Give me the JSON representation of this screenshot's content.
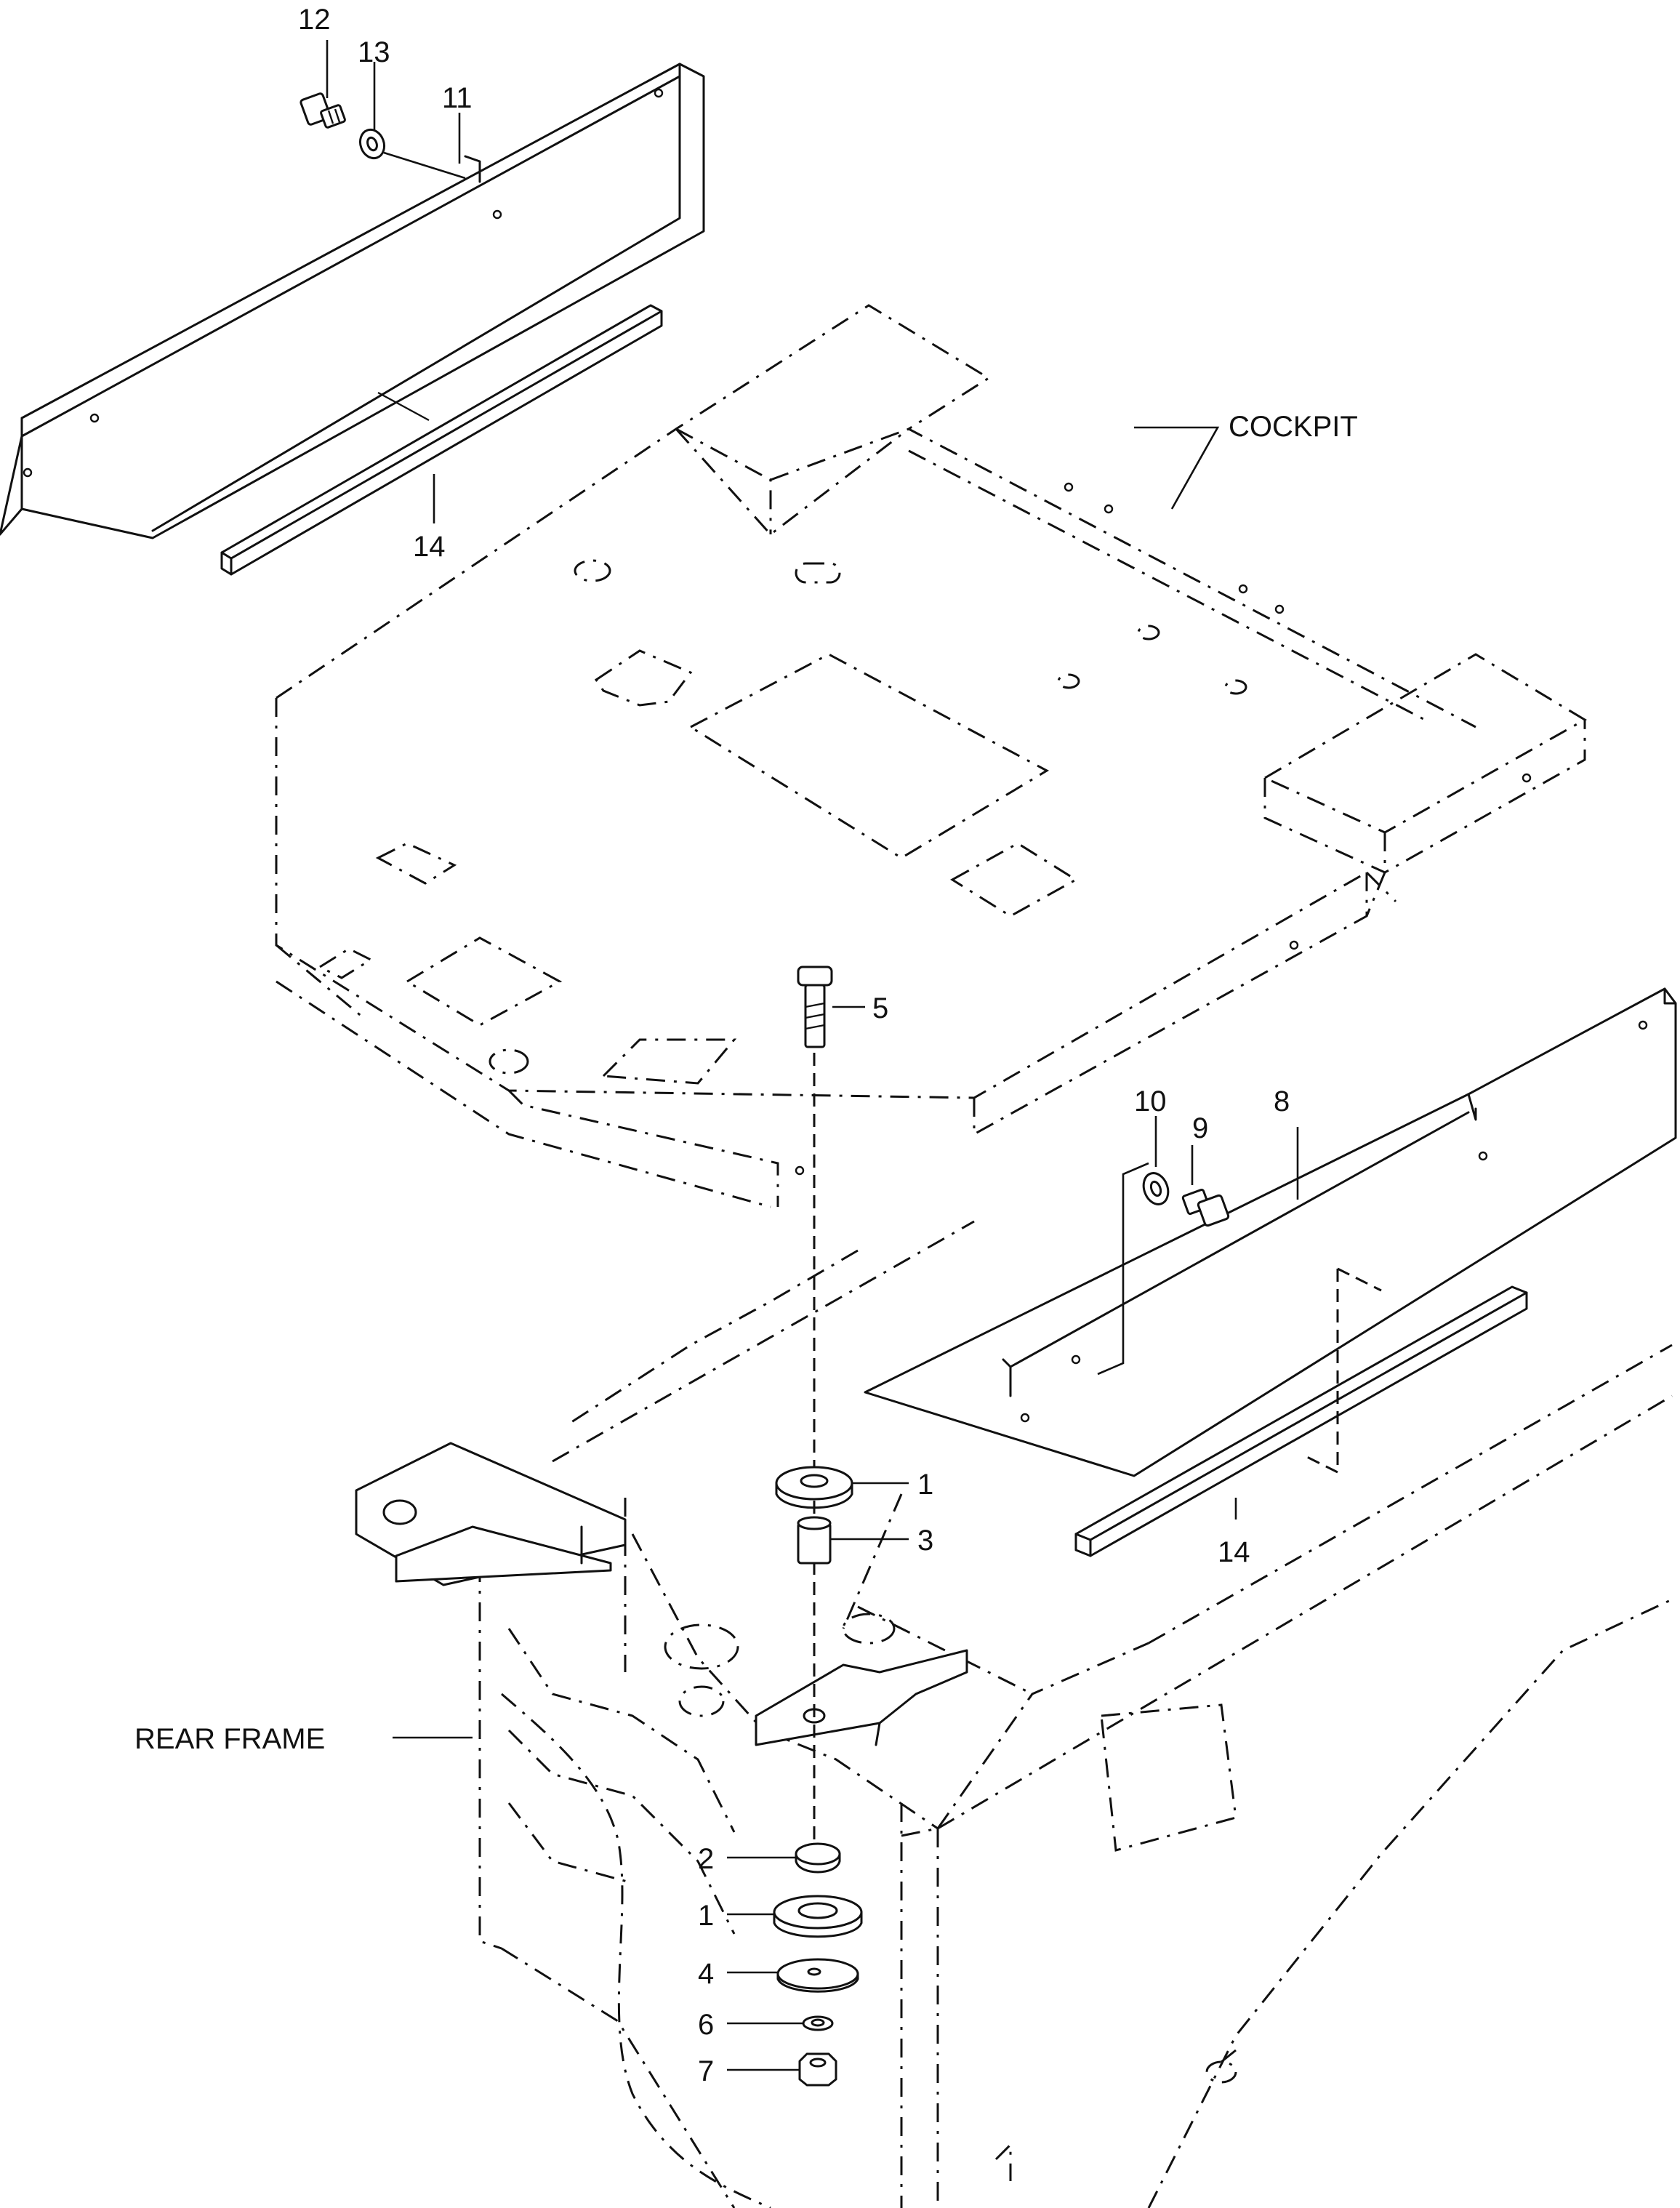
{
  "labels": {
    "cockpit": "COCKPIT",
    "rear_frame": "REAR FRAME"
  },
  "callouts": {
    "p1a": "1",
    "p1b": "1",
    "p2": "2",
    "p3": "3",
    "p4": "4",
    "p5": "5",
    "p6": "6",
    "p7": "7",
    "p8": "8",
    "p9": "9",
    "p10": "10",
    "p11": "11",
    "p12": "12",
    "p13": "13",
    "p14a": "14",
    "p14b": "14"
  }
}
